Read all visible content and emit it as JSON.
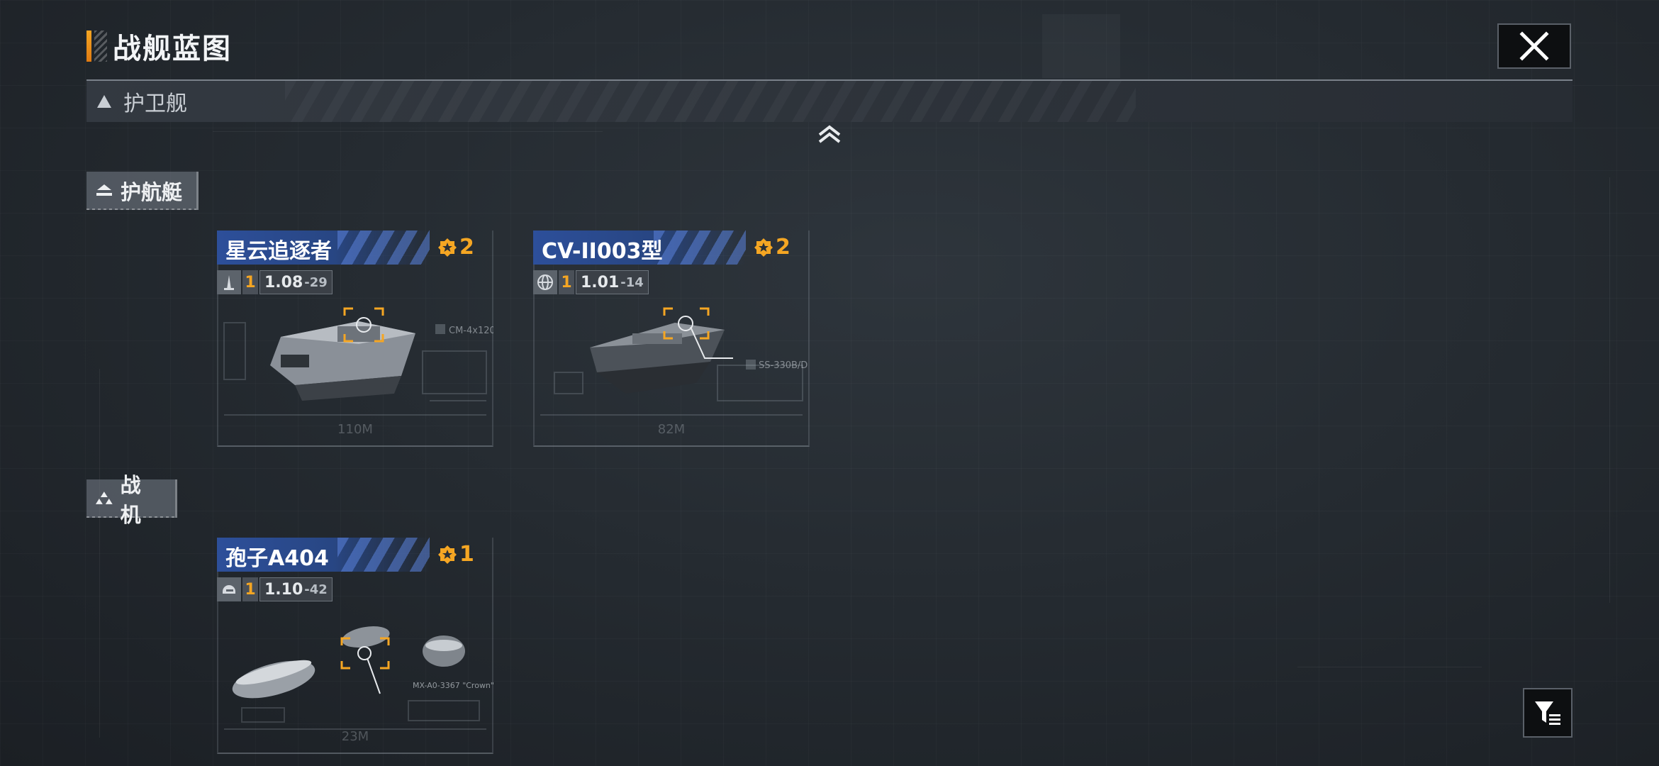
{
  "header": {
    "title": "战舰蓝图",
    "close_icon": "close-icon"
  },
  "category": {
    "label": "护卫舰",
    "icon": "triangle-up-icon",
    "collapse_icon": "chevron-up-icon"
  },
  "sections": [
    {
      "label": "护航艇",
      "icon": "escort-boat-icon",
      "ships": [
        {
          "name": "星云追逐者",
          "rank": "2",
          "type_icon": "antenna-tower-icon",
          "tier": "1",
          "version_major": "1.08",
          "version_minor": "-29",
          "length": "110M"
        },
        {
          "name": "CV-II003型",
          "rank": "2",
          "type_icon": "globe-icon",
          "tier": "1",
          "version_major": "1.01",
          "version_minor": "-14",
          "length": "82M"
        }
      ]
    },
    {
      "label": "战机",
      "icon": "fighter-squadron-icon",
      "ships": [
        {
          "name": "孢子A404",
          "rank": "1",
          "type_icon": "helmet-icon",
          "tier": "1",
          "version_major": "1.10",
          "version_minor": "-42",
          "length": "23M"
        }
      ]
    }
  ],
  "filter": {
    "icon": "filter-icon"
  },
  "colors": {
    "accent": "#f5a623",
    "nameplate": "#2d4f9a",
    "background": "#1f2429"
  }
}
